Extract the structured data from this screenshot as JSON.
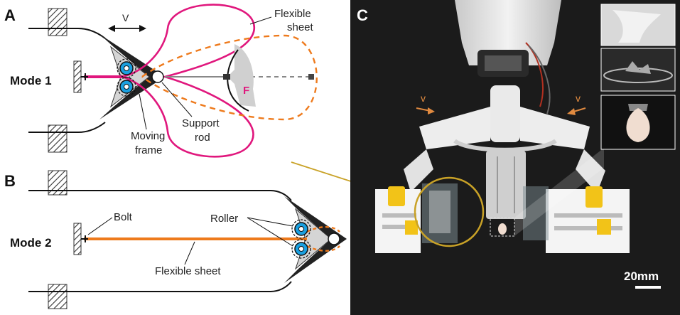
{
  "panels": {
    "a": "A",
    "b": "B",
    "c": "C"
  },
  "mode1": "Mode 1",
  "mode2": "Mode 2",
  "velocity": "V",
  "labels": {
    "flexible_sheet_a_line1": "Flexible",
    "flexible_sheet_a_line2": "sheet",
    "moving_frame_line1": "Moving",
    "moving_frame_line2": "frame",
    "support_rod_line1": "Support",
    "support_rod_line2": "rod",
    "force": "F",
    "bolt": "Bolt",
    "roller": "Roller",
    "flexible_sheet_b": "Flexible sheet"
  },
  "photo": {
    "velocity_left": "v",
    "velocity_right": "v",
    "scale_bar": "20mm"
  },
  "colors": {
    "magenta": "#e0177d",
    "orange": "#ee7a1c",
    "roller_blue": "#1aa0e0",
    "frame_gray": "#d9d9d9",
    "photo_bg": "#1b1b1b",
    "callout": "#c9a227"
  }
}
